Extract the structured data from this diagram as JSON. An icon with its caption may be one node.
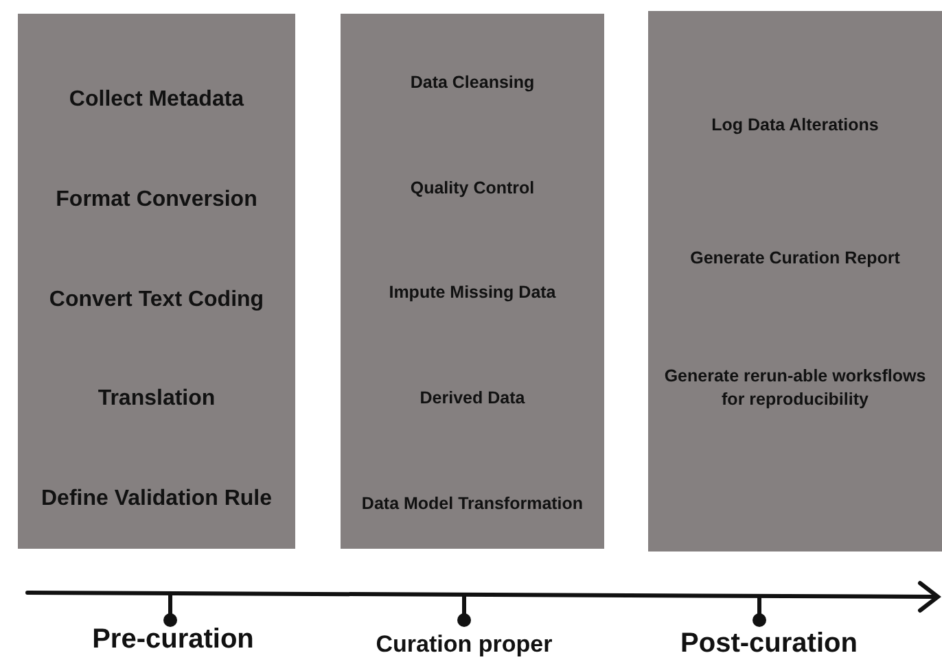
{
  "diagram": {
    "nodes": [
      {
        "text": [
          "Collect Metadata",
          "Format Conversion",
          "Convert Text Coding",
          "Translation",
          "Define Validation Rule"
        ]
      },
      {
        "text": [
          "Data Cleansing",
          "Quality Control",
          "Impute Missing Data",
          "Derived Data",
          "Data Model Transformation"
        ]
      },
      {
        "text": [
          "Log Data Alterations",
          "Generate Curation Report",
          "Generate rerun-able worksflows for reproducibility"
        ]
      }
    ],
    "edges": [],
    "labels": [
      "Pre-curation",
      "Curation proper",
      "Post-curation"
    ]
  }
}
